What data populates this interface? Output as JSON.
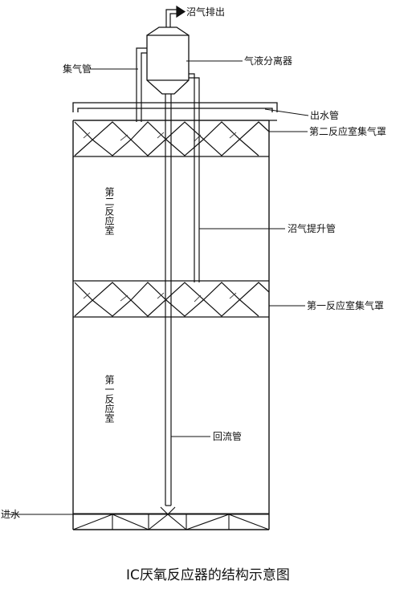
{
  "caption": "IC厌氧反应器的结构示意图",
  "labels": {
    "biogas_outlet": "沼气排出",
    "gas_collecting_pipe": "集气管",
    "gas_liquid_separator": "气液分离器",
    "outlet_pipe": "出水管",
    "second_reactor_gas_hood": "第二反应室集气罩",
    "biogas_riser_pipe": "沼气提升管",
    "first_reactor_gas_hood": "第一反应室集气罩",
    "return_pipe": "回流管",
    "water_inlet": "进水",
    "second_reactor": "第二反应室",
    "first_reactor": "第一反应室"
  }
}
